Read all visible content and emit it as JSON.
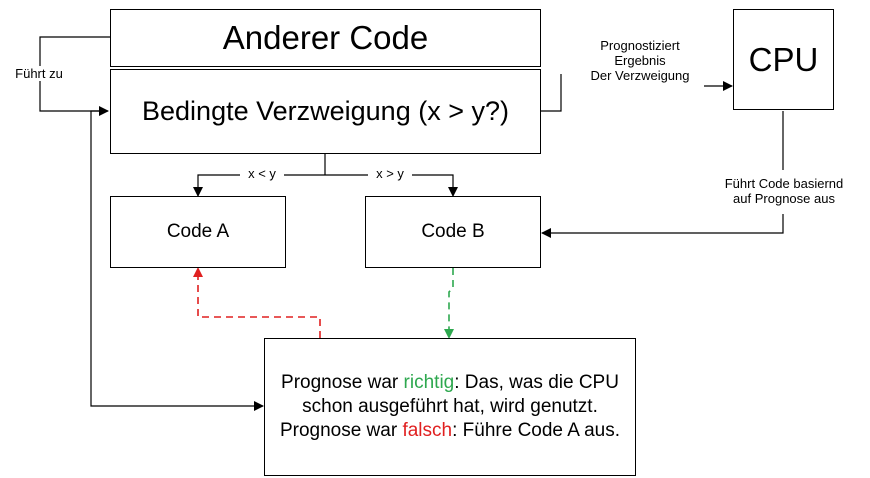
{
  "boxes": {
    "other_code": "Anderer Code",
    "branch": "Bedingte Verzweigung (x > y?)",
    "cpu": "CPU",
    "code_a": "Code A",
    "code_b": "Code B"
  },
  "edge_labels": {
    "leads_to": "Führt zu",
    "predicts_1": "Prognostiziert",
    "predicts_2": "Ergebnis",
    "predicts_3": "Der Verzweigung",
    "x_less_y": "x < y",
    "x_greater_y": "x > y",
    "exec_1": "Führt Code basiernd",
    "exec_2": "auf Prognose aus"
  },
  "result_note": {
    "line1_prefix": "Prognose war ",
    "correct_word": "richtig",
    "line1_suffix": ": Das, was die CPU schon ausgeführt hat, wird genutzt.",
    "line2_prefix": "Prognose war ",
    "wrong_word": "falsch",
    "line2_suffix": ": Führe Code A aus."
  },
  "colors": {
    "correct": "#2ea84f",
    "wrong": "#e02020"
  }
}
